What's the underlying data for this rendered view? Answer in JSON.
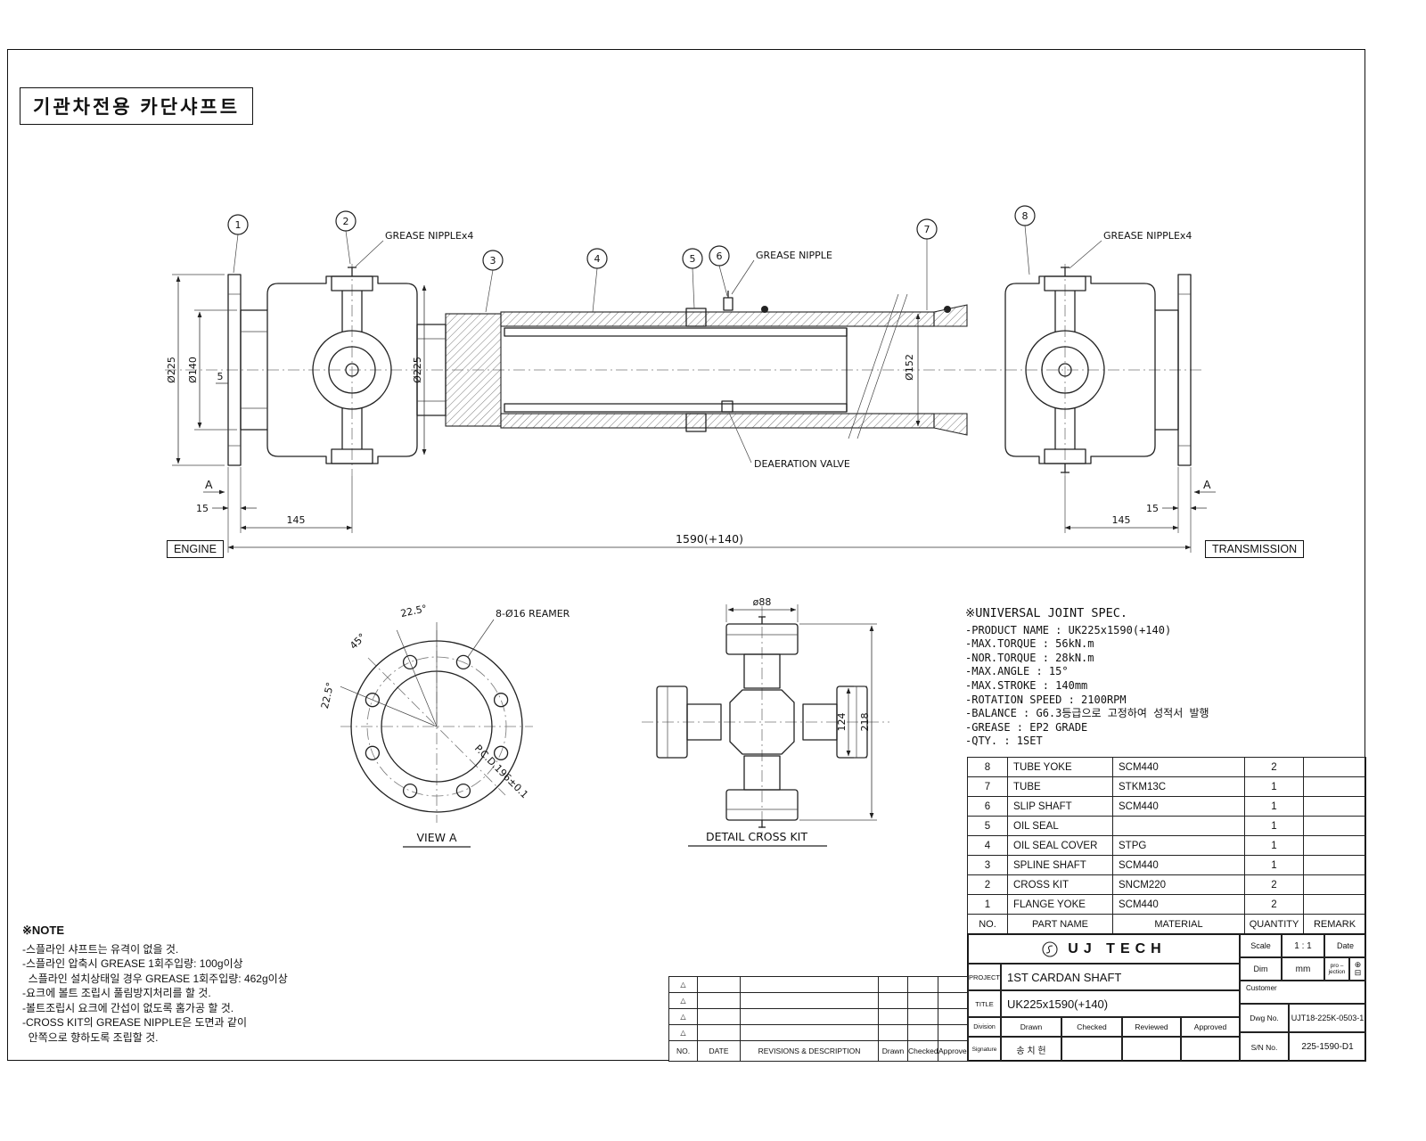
{
  "doc": {
    "title": "기관차전용 카단샤프트"
  },
  "drawing": {
    "balloons": [
      "1",
      "2",
      "3",
      "4",
      "5",
      "6",
      "7",
      "8"
    ],
    "labels": {
      "grease_nipple_x4_left": "GREASE NIPPLEx4",
      "grease_nipple": "GREASE NIPPLE",
      "grease_nipple_x4_right": "GREASE NIPPLEx4",
      "deaeration_valve": "DEAERATION VALVE",
      "engine": "ENGINE",
      "transmission": "TRANSMISSION",
      "section_a_left": "A",
      "section_a_right": "A"
    },
    "dims": {
      "flange_od_left": "Ø225",
      "pilot_dia": "Ø140",
      "flange_offset": "5",
      "yoke_od": "Ø225",
      "tube_od": "Ø152",
      "total_length": "1590(+140)",
      "left_joint_length": "145",
      "right_joint_length": "145",
      "left_flange_thk": "15",
      "right_flange_thk": "15"
    }
  },
  "view_a": {
    "caption": "VIEW A",
    "dims": {
      "angle_top": "22.5°",
      "angle_mid": "45°",
      "angle_left": "22.5°",
      "holes": "8-Ø16 REAMER",
      "pcd": "P.C.D.196±0.1"
    }
  },
  "cross_kit": {
    "caption": "DETAIL CROSS KIT",
    "dims": {
      "cup_dia": "ø88",
      "span_inner": "124",
      "span_outer": "218"
    }
  },
  "spec": {
    "title": "※UNIVERSAL JOINT SPEC.",
    "lines": [
      "-PRODUCT NAME : UK225x1590(+140)",
      "-MAX.TORQUE : 56kN.m",
      "-NOR.TORQUE : 28kN.m",
      "-MAX.ANGLE : 15°",
      "-MAX.STROKE : 140mm",
      "-ROTATION SPEED : 2100RPM",
      "-BALANCE : G6.3등급으로 고정하여 성적서 발행",
      "-GREASE : EP2 GRADE",
      "-QTY. : 1SET"
    ]
  },
  "parts_table": {
    "headers": [
      "NO.",
      "PART NAME",
      "MATERIAL",
      "QUANTITY",
      "REMARK"
    ],
    "rows": [
      {
        "no": "8",
        "name": "TUBE YOKE",
        "material": "SCM440",
        "qty": "2",
        "remark": ""
      },
      {
        "no": "7",
        "name": "TUBE",
        "material": "STKM13C",
        "qty": "1",
        "remark": ""
      },
      {
        "no": "6",
        "name": "SLIP SHAFT",
        "material": "SCM440",
        "qty": "1",
        "remark": ""
      },
      {
        "no": "5",
        "name": "OIL SEAL",
        "material": "",
        "qty": "1",
        "remark": ""
      },
      {
        "no": "4",
        "name": "OIL SEAL COVER",
        "material": "STPG",
        "qty": "1",
        "remark": ""
      },
      {
        "no": "3",
        "name": "SPLINE SHAFT",
        "material": "SCM440",
        "qty": "1",
        "remark": ""
      },
      {
        "no": "2",
        "name": "CROSS KIT",
        "material": "SNCM220",
        "qty": "2",
        "remark": ""
      },
      {
        "no": "1",
        "name": "FLANGE YOKE",
        "material": "SCM440",
        "qty": "2",
        "remark": ""
      }
    ]
  },
  "title_block": {
    "company": "UJ TECH",
    "scale_label": "Scale",
    "scale_value": "1 : 1",
    "date_label": "Date",
    "dim_label": "Dim",
    "dim_value": "mm",
    "projection_label": "pro – jection",
    "customer_label": "Customer",
    "project_label": "PROJECT",
    "project_value": "1ST CARDAN SHAFT",
    "title_label": "TITLE",
    "title_value": "UK225x1590(+140)",
    "dwg_no_label": "Dwg No.",
    "dwg_no_value": "UJT18-225K-0503-1",
    "sn_no_label": "S/N No.",
    "sn_no_value": "225-1590-D1",
    "division_label": "Division",
    "drawn_label": "Drawn",
    "checked_label": "Checked",
    "reviewed_label": "Reviewed",
    "approved_label": "Approved",
    "signature_label": "Signature",
    "signature_value": "송 치 헌"
  },
  "revisions": {
    "headers": [
      "NO.",
      "DATE",
      "REVISIONS & DESCRIPTION",
      "Drawn",
      "Checked",
      "Approved"
    ]
  },
  "note": {
    "title": "※NOTE",
    "lines": [
      "-스플라인 샤프트는 유격이 없을 것.",
      "-스플라인 압축시 GREASE 1회주입량: 100g이상",
      "  스플라인 설치상태일 경우 GREASE 1회주입량: 462g이상",
      "-요크에 볼트 조립시 풀림방지처리를 할 것.",
      "-볼트조립시 요크에 간섭이 없도록 홈가공 할 것.",
      "-CROSS KIT의 GREASE NIPPLE은 도면과 같이",
      "  안쪽으로 향하도록 조립할 것."
    ]
  },
  "icons": {
    "rev_triangle": "△",
    "projection_circle": "⊕",
    "projection_view": "⊟"
  },
  "colors": {
    "line": "#1c1c1c",
    "background": "#ffffff"
  }
}
